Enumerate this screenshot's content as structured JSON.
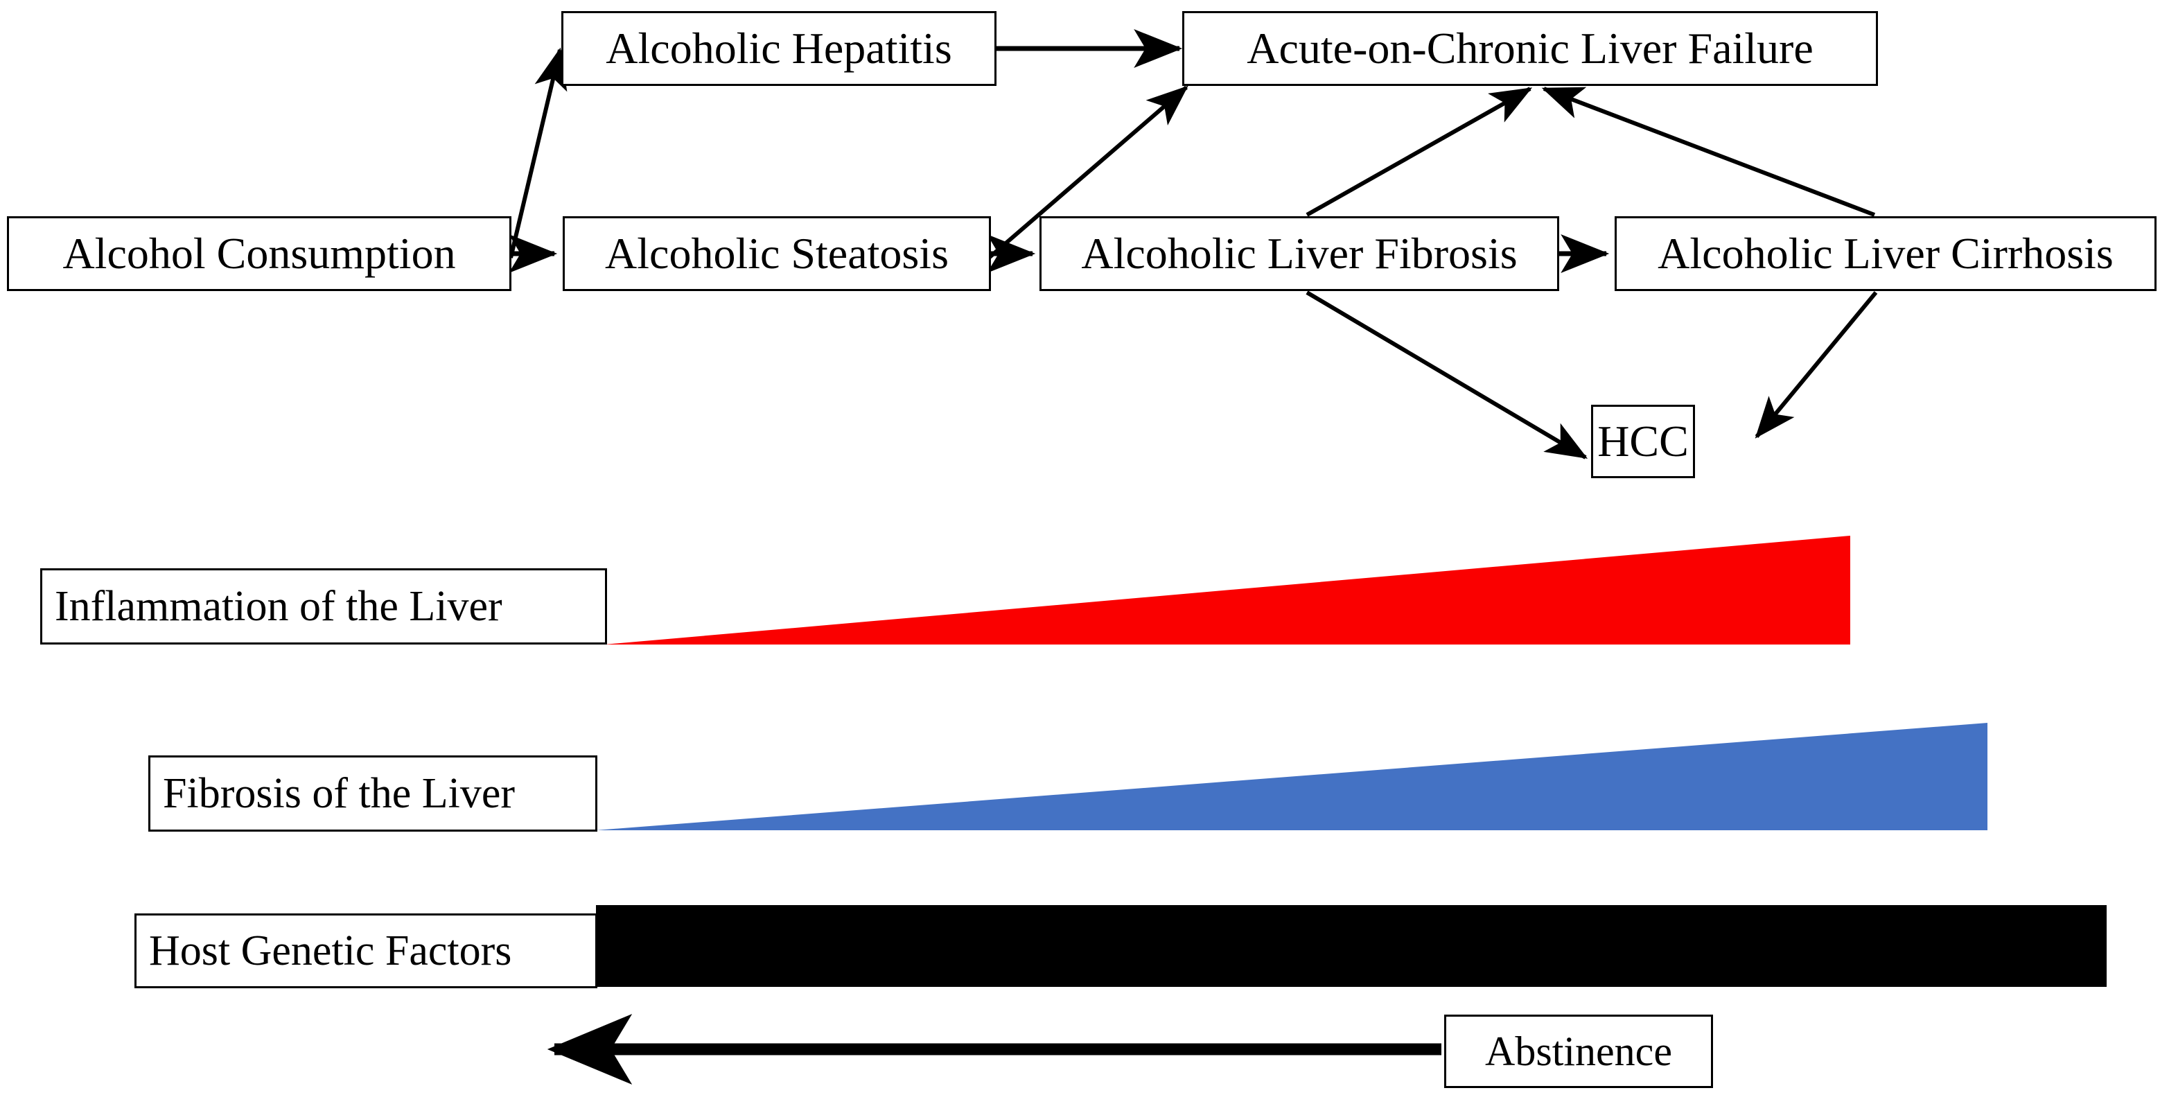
{
  "figure": {
    "kind": "flow-diagram",
    "background_color": "#ffffff",
    "line_color": "#000000"
  },
  "flow_nodes": [
    {
      "id": "alcohol-consumption",
      "label": "Alcohol Consumption"
    },
    {
      "id": "alcoholic-hepatitis",
      "label": "Alcoholic Hepatitis"
    },
    {
      "id": "alcoholic-steatosis",
      "label": "Alcoholic Steatosis"
    },
    {
      "id": "alcoholic-liver-fibrosis",
      "label": "Alcoholic Liver Fibrosis"
    },
    {
      "id": "alcoholic-liver-cirrhosis",
      "label": "Alcoholic Liver Cirrhosis"
    },
    {
      "id": "aclf",
      "label": "Acute-on-Chronic Liver Failure"
    },
    {
      "id": "hcc",
      "label": "HCC"
    }
  ],
  "flow_edges": [
    {
      "from": "alcohol-consumption",
      "to": "alcoholic-steatosis"
    },
    {
      "from": "alcohol-consumption",
      "to": "alcoholic-hepatitis"
    },
    {
      "from": "alcoholic-hepatitis",
      "to": "aclf"
    },
    {
      "from": "alcoholic-steatosis",
      "to": "alcoholic-liver-fibrosis"
    },
    {
      "from": "alcoholic-steatosis",
      "to": "aclf"
    },
    {
      "from": "alcoholic-liver-fibrosis",
      "to": "alcoholic-liver-cirrhosis"
    },
    {
      "from": "alcoholic-liver-fibrosis",
      "to": "aclf"
    },
    {
      "from": "alcoholic-liver-fibrosis",
      "to": "hcc"
    },
    {
      "from": "alcoholic-liver-cirrhosis",
      "to": "aclf"
    },
    {
      "from": "alcoholic-liver-cirrhosis",
      "to": "hcc"
    }
  ],
  "gradient_bands": [
    {
      "id": "inflammation",
      "label": "Inflammation of the Liver",
      "color": "#FA0000",
      "shape": "wedge-increasing-right"
    },
    {
      "id": "fibrosis",
      "label": "Fibrosis of the Liver",
      "color": "#4472C4",
      "shape": "wedge-increasing-right"
    },
    {
      "id": "host-genetic-factors",
      "label": "Host Genetic Factors",
      "color": "#000000",
      "shape": "constant-bar"
    }
  ],
  "abstinence": {
    "label": "Abstinence",
    "arrow_direction": "left",
    "arrow_color": "#000000"
  }
}
